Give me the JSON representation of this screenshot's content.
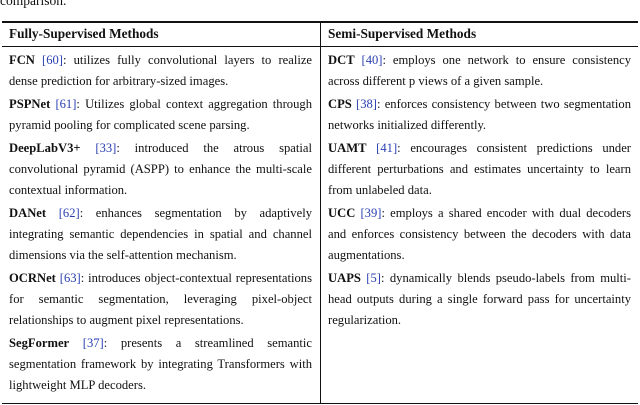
{
  "caption_tail": "comparison.",
  "table": {
    "left_header": "Fully-Supervised Methods",
    "right_header": "Semi-Supervised Methods",
    "left": [
      {
        "name": "FCN",
        "ref": "[60]",
        "text": ": utilizes fully convolutional layers to realize dense prediction for arbitrary-sized images."
      },
      {
        "name": "PSPNet",
        "ref": "[61]",
        "text": ": Utilizes global context aggregation through pyramid pooling for complicated scene parsing."
      },
      {
        "name": "DeepLabV3+",
        "ref": "[33]",
        "text": ": introduced the atrous spatial convolutional pyramid (ASPP) to enhance the multi-scale contextual information."
      },
      {
        "name": "DANet",
        "ref": "[62]",
        "text": ": enhances segmentation by adaptively integrating semantic dependencies in spatial and channel dimensions via the self-attention mechanism."
      },
      {
        "name": "OCRNet",
        "ref": "[63]",
        "text": ": introduces object-contextual representations for semantic segmentation, leveraging pixel-object relationships to augment pixel representations."
      },
      {
        "name": "SegFormer",
        "ref": "[37]",
        "text": ": presents a streamlined semantic segmentation framework by integrating Transformers with lightweight MLP decoders."
      }
    ],
    "right": [
      {
        "name": "DCT",
        "ref": "[40]",
        "text": ": employs one network to ensure consistency across different p views of a given sample."
      },
      {
        "name": "CPS",
        "ref": "[38]",
        "text": ": enforces consistency between two segmentation networks initialized differently."
      },
      {
        "name": "UAMT",
        "ref": "[41]",
        "text": ": encourages consistent predictions under different perturbations and estimates uncertainty to learn from unlabeled data."
      },
      {
        "name": "UCC",
        "ref": "[39]",
        "text": ": employs a shared encoder with dual decoders and enforces consistency between the decoders with data augmentations."
      },
      {
        "name": "UAPS",
        "ref": "[5]",
        "text": ": dynamically blends pseudo-labels from multi-head outputs during a single forward pass for uncertainty regularization."
      }
    ]
  }
}
